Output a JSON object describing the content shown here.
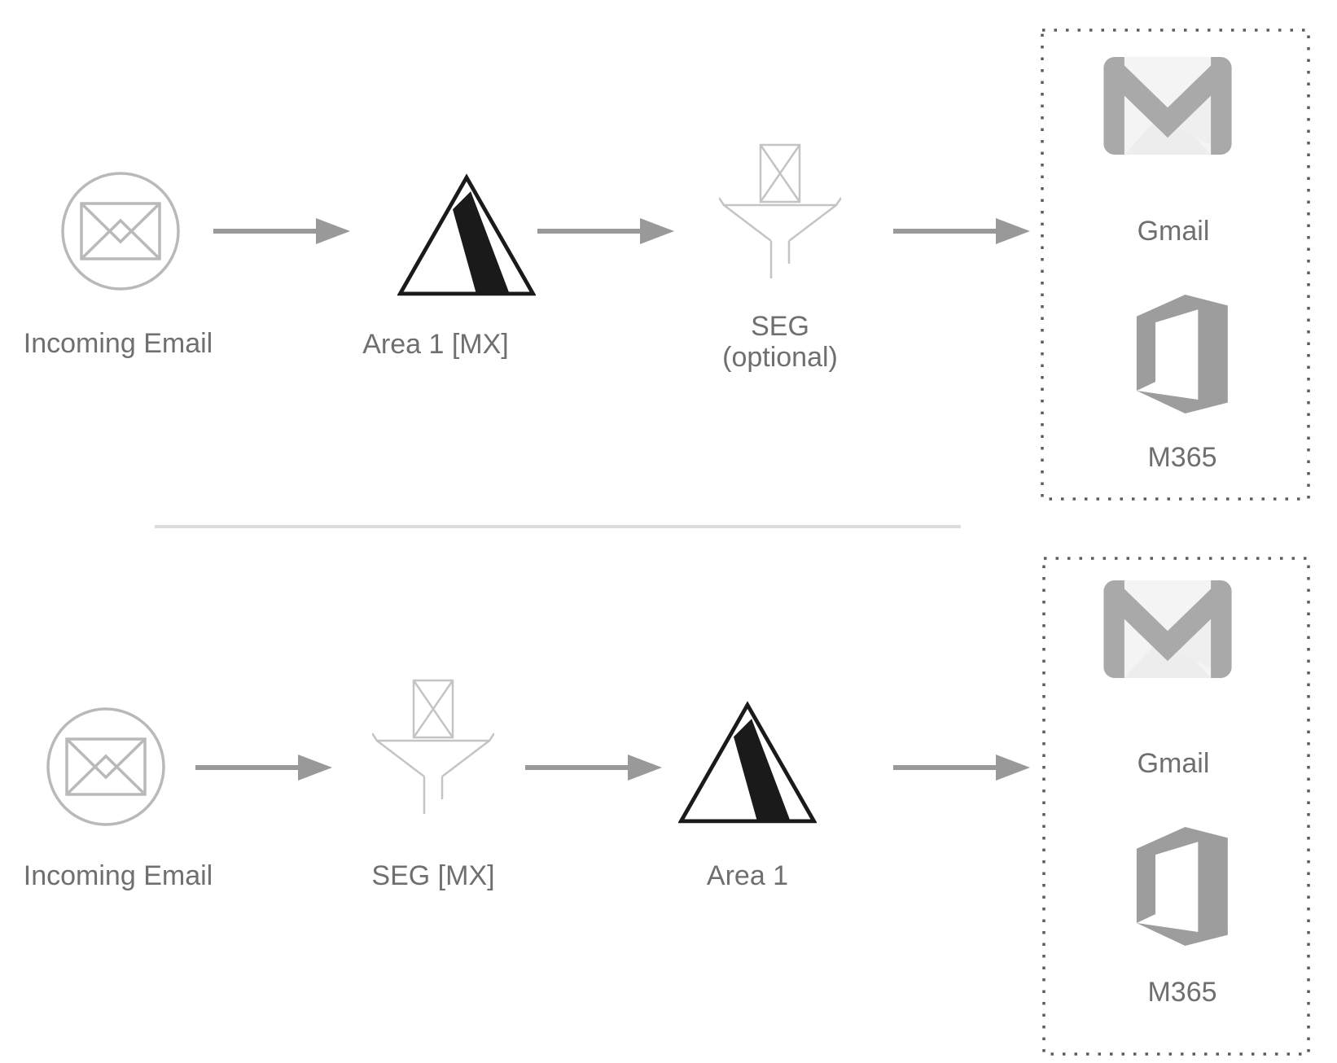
{
  "diagram": {
    "title_semantic": "Email routing flows with Area 1 and Secure Email Gateway",
    "colors": {
      "label_gray": "#6f6f6f",
      "arrow_gray": "#999999",
      "outline_light_gray": "#b9b9b9",
      "funnel_gray": "#c4c4c4",
      "logo_gray": "#9d9d9d",
      "gmail_bar_gray": "#a9a9a9",
      "gmail_body_gray": "#f4f4f4",
      "triangle_black": "#1a1a1a",
      "dotted_border": "#5c5c5c",
      "divider_gray": "#dcdcdc"
    },
    "flow1": {
      "incoming_label": "Incoming Email",
      "area1_label": "Area 1 [MX]",
      "seg_label": "SEG",
      "seg_sublabel": "(optional)",
      "dest": {
        "gmail_label": "Gmail",
        "m365_label": "M365"
      }
    },
    "flow2": {
      "incoming_label": "Incoming Email",
      "seg_label": "SEG [MX]",
      "area1_label": "Area 1",
      "dest": {
        "gmail_label": "Gmail",
        "m365_label": "M365"
      }
    }
  }
}
